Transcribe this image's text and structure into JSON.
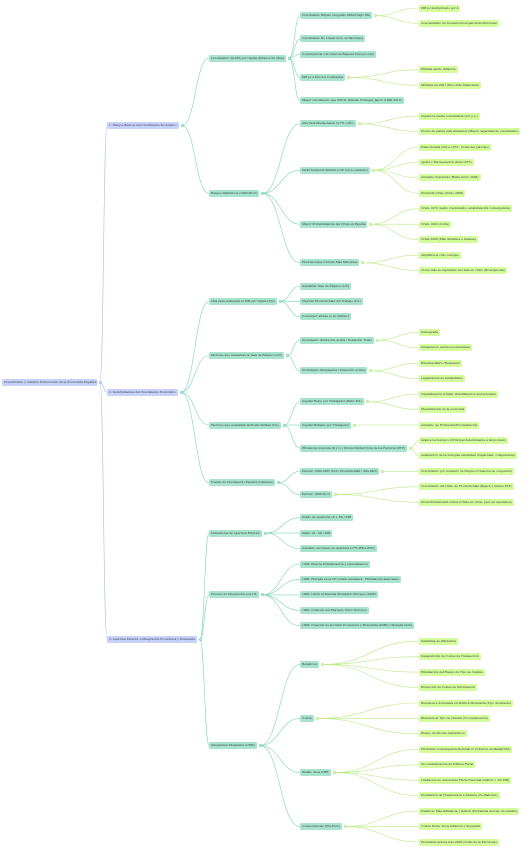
{
  "colors": {
    "root": "#c7d2fb",
    "branch": "#c7d2fb",
    "topic": "#a7e3cd",
    "leaf": "#d4fb9c",
    "edge_root": "#a9b8f3",
    "edge_mid": "#7fd4b2",
    "edge_leaf": "#b8ec86"
  },
  "tree": {
    "label": "Crecimiento y Cambio Estructural de la Economía Española",
    "children": [
      {
        "label": "1. Rasgos Básicos del Crecimiento Económico",
        "children": [
          {
            "label": "Crecimiento del PIB per Cápita (Últimos 50 Años)",
            "children": [
              {
                "label": "Crecimiento Rápido (Segundo Mitad Siglo XX)",
                "children": [
                  {
                    "label": "PIB pc multiplicado por 4"
                  },
                  {
                    "label": "Acercamiento de niveles/convergencia institucional"
                  }
                ]
              },
              {
                "label": "Crecimiento No Lineal (Con oscilaciones)"
              },
              {
                "label": "Convergencia con Nivel de Riqueza Europeo (SI)"
              },
              {
                "label": "PIB pc a Precios Constantes",
                "children": [
                  {
                    "label": "Elimina efecto inflación"
                  },
                  {
                    "label": "Múltiple en 2007 (Pre-crisis financiera)"
                  }
                ]
              },
              {
                "label": "Mayor crecimiento que OECD, Irlanda, Portugal, Japón (1960-2010)"
              }
            ]
          },
          {
            "label": "Rasgos Distintivos (1960-2013)",
            "children": [
              {
                "label": "Alta Tasa Media Anual (3,7% / año)",
                "children": [
                  {
                    "label": "Supera la media comunitaria (0,5 p.p.)"
                  },
                  {
                    "label": "Propio de países más atrasados (Mayor capacidad de crecimiento)"
                  }
                ]
              },
              {
                "label": "Perfil Temporal Similar a UE (Ciclo paralelo)",
                "children": [
                  {
                    "label": "Edad Dorada (50s a 1973 - Crisis del petróleo)"
                  },
                  {
                    "label": "Ajuste y Recuperación (Post-1975)"
                  },
                  {
                    "label": "Aumento Sostenido (Hasta inicio 2008)"
                  },
                  {
                    "label": "Profunda Crisis (Inicio 2008)"
                  }
                ]
              },
              {
                "label": "Mayor Profundidad de las Crisis en España",
                "children": [
                  {
                    "label": "Crisis 1970 (Lento crecimiento, estabilización convergencia)"
                  },
                  {
                    "label": "Crisis 1993 (Corta)"
                  },
                  {
                    "label": "Crisis 2008 (Más duradera e intensa)"
                  }
                ]
              },
              {
                "label": "Fluctuaciones Cíclicas Más Marcadas",
                "children": [
                  {
                    "label": "Amplifica el ciclo europeo"
                  },
                  {
                    "label": "Ciclos más se expanden; sus más en crisis (Divergencias)"
                  }
                ]
              }
            ]
          }
        ]
      },
      {
        "label": "2. Determinantes del Crecimiento Económico",
        "children": [
          {
            "label": "Vías para Aumentar el PIB per Cápita (Y/N)",
            "children": [
              {
                "label": "Aumentar Tasa de Empleo (L/N)"
              },
              {
                "label": "Mejorar Productividad del Trabajo (Y/L)"
              },
              {
                "label": "Converger ambas (o no Óptimo)"
              }
            ]
          },
          {
            "label": "Factores que Aumentan la Tasa de Empleo (L/N)",
            "children": [
              {
                "label": "Incremento (Población Activa / Población Total)",
                "children": [
                  {
                    "label": "Demografía"
                  },
                  {
                    "label": "Inmigración (Activos potenciales)"
                  }
                ]
              },
              {
                "label": "Incremento (Empleados / Población Activa)",
                "children": [
                  {
                    "label": "Reforma Marco Regulador"
                  },
                  {
                    "label": "Legalización de Inmigrantes"
                  }
                ]
              }
            ]
          },
          {
            "label": "Factores que Aumentan la Productividad (Y/L)",
            "children": [
              {
                "label": "Capital Físico por Trabajador (Ratio K/L)",
                "children": [
                  {
                    "label": "Capitalización (Límite: Rendimientos decrecientes)"
                  },
                  {
                    "label": "Mecanización de la economía"
                  }
                ]
              },
              {
                "label": "Capital Humano por Trabajador",
                "children": [
                  {
                    "label": "Aumento de Formación/Escolarización"
                  }
                ]
              },
              {
                "label": "Eficiencia Conjunta (K y L) / Productividad Total de los Factores (PTF)",
                "children": [
                  {
                    "label": "Avance tecnológico (Principal determinante a largo plazo)"
                  },
                  {
                    "label": "Asimilación de tecnologías existentes (Capacidad, competencia)"
                  }
                ]
              }
            ]
          },
          {
            "label": "Fuente de Crecimiento Español (Cambios)",
            "children": [
              {
                "label": "Periodo 1960-1985 (Todo Productividad / Alta Part)",
                "children": [
                  {
                    "label": "Crecimiento por Aumento de Empleo (Creación de ocupación)"
                  }
                ]
              },
              {
                "label": "Periodo 1985-2013",
                "children": [
                  {
                    "label": "Crecimiento del ritmo de Productividad (Baja K y menos PTF)"
                  },
                  {
                    "label": "Productividad anti-cíclica (Crisis en crisis, peor en expansión)"
                  }
                ]
              }
            ]
          }
        ]
      },
      {
        "label": "3. Apertura Exterior e Integración Económica y Monetaria",
        "children": [
          {
            "label": "Indicadores de Apertura Exterior",
            "children": [
              {
                "label": "Grado de Apertura: (X + M) / PIB"
              },
              {
                "label": "Saldo: (X - M) / PIB"
              },
              {
                "label": "Aumento del Grado de Apertura (17% PIB a 60%)"
              }
            ]
          },
          {
            "label": "Proceso de Integración a la UE",
            "children": [
              {
                "label": "1959: Plan de Estabilización y Liberalización"
              },
              {
                "label": "1986: Entrada en la CE (Unión Aduanera - Eliminación aranceles)"
              },
              {
                "label": "1993: Unión al Sistema Monetario Europeo (SME)"
              },
              {
                "label": "1993: Creación del Mercado Único Europeo"
              },
              {
                "label": "1999: Creación de la Unión Económica y Monetaria (UME) / Moneda única"
              }
            ]
          },
          {
            "label": "Integración Monetaria (UME)",
            "children": [
              {
                "label": "Beneficios",
                "children": [
                  {
                    "label": "Garantías de Diferencia"
                  },
                  {
                    "label": "Desaparición de Costes de Transacción"
                  },
                  {
                    "label": "Eliminación del Riesgo de Tipo de Cambio"
                  },
                  {
                    "label": "Reducción de Costes de Información"
                  }
                ]
              },
              {
                "label": "Costes",
                "children": [
                  {
                    "label": "Renuncia a Soberanía en Política Monetaria (Tipo de interés)"
                  },
                  {
                    "label": "Renuncia al Tipo de Cambio (No devaluación)"
                  },
                  {
                    "label": "Riesgo de Shocks Asimétricos"
                  }
                ]
              },
              {
                "label": "Diseño de la UME",
                "children": [
                  {
                    "label": "Prioridad: Convergencia Nominal (5 Criterios de Maastricht)"
                  },
                  {
                    "label": "No Centralización de Política Fiscal"
                  },
                  {
                    "label": "Limitación de Autonomía Fiscal Nacional (Déficit < 3% PIB)"
                  },
                  {
                    "label": "Prohibición de Financiación a Estados (No Bail-Out)"
                  }
                ]
              },
              {
                "label": "Consecuencias (Pre-Euro)",
                "children": [
                  {
                    "label": "Positivos: Más Influencia y Déficit (Problemas del tipo de cambio)"
                  },
                  {
                    "label": "Costes Norte: Poca Inflación y Superávit"
                  },
                  {
                    "label": "Problemas graves tras 2008 (Crisis de la Eurozona)"
                  }
                ]
              }
            ]
          }
        ]
      }
    ]
  }
}
